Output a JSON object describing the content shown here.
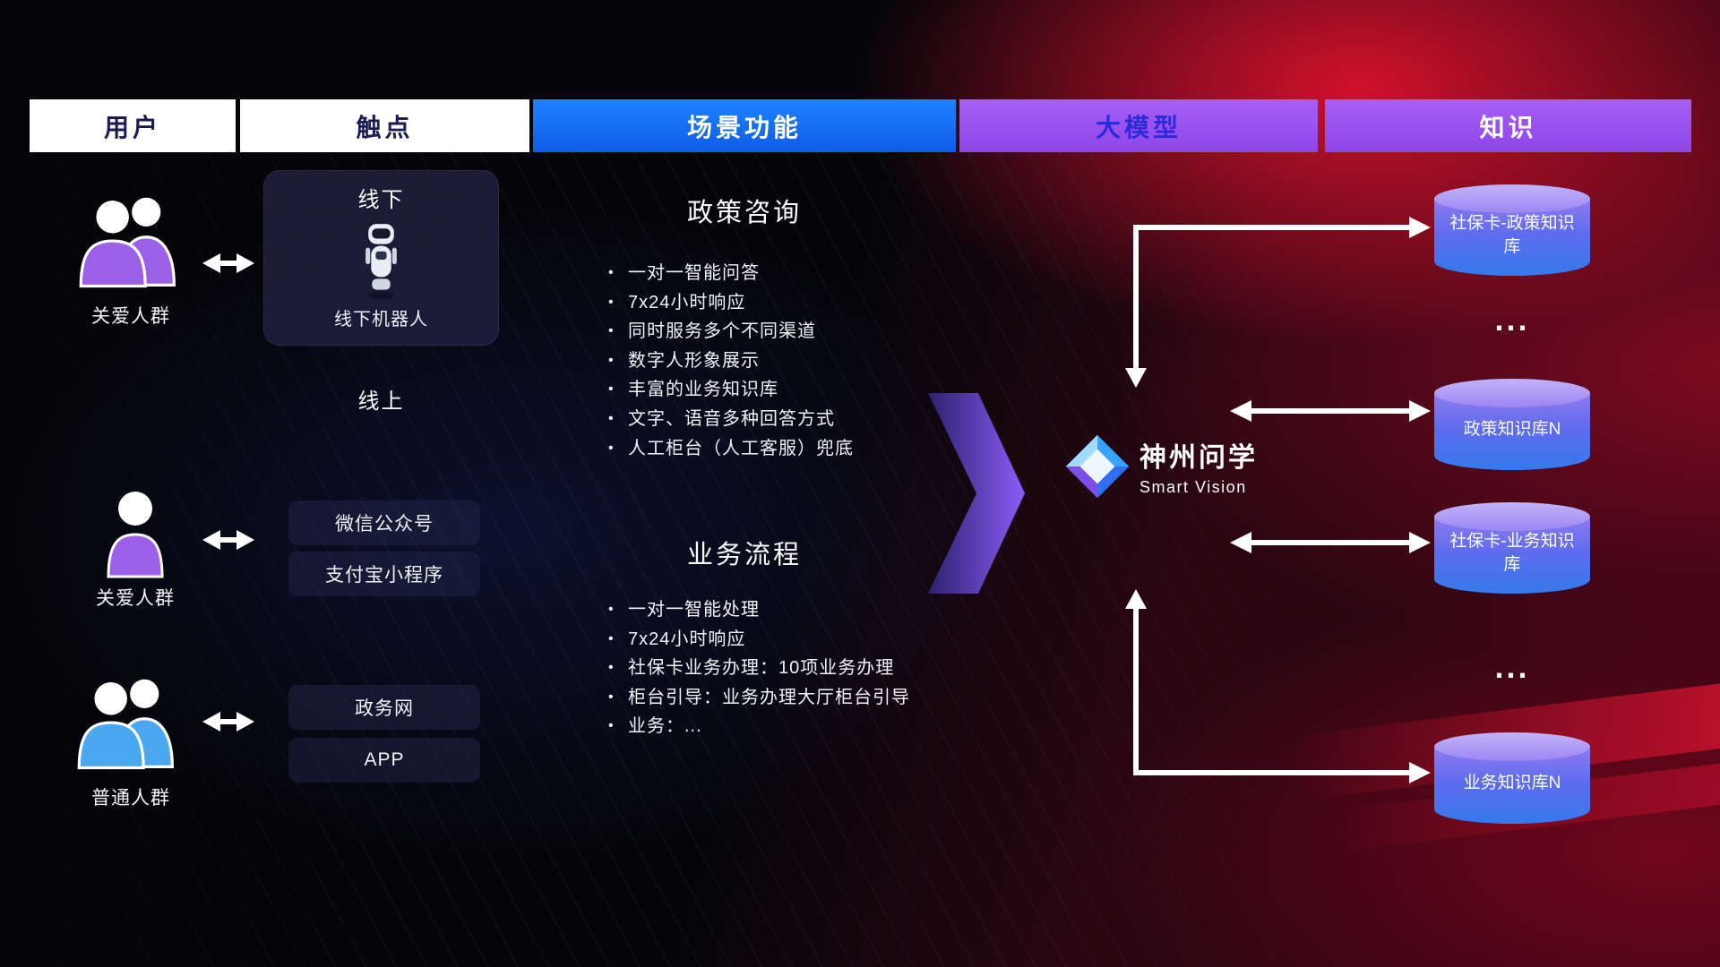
{
  "header": {
    "columns": [
      {
        "label": "用户"
      },
      {
        "label": "触点"
      },
      {
        "label": "场景功能"
      },
      {
        "label": "大模型"
      },
      {
        "label": "知识"
      }
    ]
  },
  "users": {
    "groups": [
      {
        "label": "关爱人群",
        "icon": "people-group-icon",
        "color": "#9b5fe8"
      },
      {
        "label": "关爱人群",
        "icon": "person-icon",
        "color": "#9b5fe8"
      },
      {
        "label": "普通人群",
        "icon": "people-group-icon",
        "color": "#4aa8f0"
      }
    ]
  },
  "touchpoints": {
    "offline": {
      "title": "线下",
      "robot_label": "线下机器人",
      "icon": "robot-icon"
    },
    "online": {
      "title": "线上",
      "items": [
        "微信公众号",
        "支付宝小程序",
        "政务网",
        "APP"
      ]
    }
  },
  "scenes": {
    "sections": [
      {
        "title": "政策咨询",
        "items": [
          "一对一智能问答",
          "7x24小时响应",
          "同时服务多个不同渠道",
          "数字人形象展示",
          "丰富的业务知识库",
          "文字、语音多种回答方式",
          "人工柜台（人工客服）兜底"
        ]
      },
      {
        "title": "业务流程",
        "items": [
          "一对一智能处理",
          "7x24小时响应",
          "社保卡业务办理：10项业务办理",
          "柜台引导：业务办理大厅柜台引导",
          "业务：..."
        ]
      }
    ]
  },
  "model": {
    "name": "神州问学",
    "subtitle": "Smart Vision",
    "icon": "diamond-logo-icon"
  },
  "knowledge": {
    "items": [
      "社保卡-政策知识库",
      "政策知识库N",
      "社保卡-业务知识库",
      "业务知识库N"
    ],
    "ellipsis": "..."
  },
  "colors": {
    "header_blue": "#1677f0",
    "header_purple": "#9a55ef",
    "user_purple": "#9b5fe8",
    "user_blue": "#4aa8f0",
    "cylinder_top": "#b3a0f8",
    "cylinder_body": "#3579ec",
    "big_arrow_purple": "#7a4fe0",
    "connector_white": "#ffffff",
    "background_red": "#c0122f"
  }
}
